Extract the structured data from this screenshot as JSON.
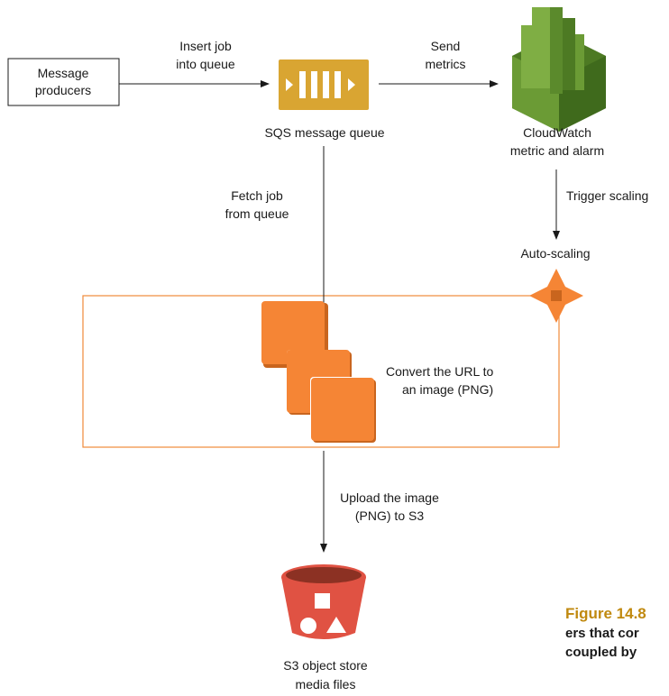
{
  "colors": {
    "sqs": "#d9a532",
    "ec2": "#f58535",
    "ec2_dark": "#c9651e",
    "cloudwatch_light": "#7fae44",
    "cloudwatch_dark": "#4d7a23",
    "s3": "#e05243",
    "s3_dark": "#8c3123",
    "autoscaling_box": "#f08a3a",
    "caption": "#c0890f",
    "arrow": "#1a1a1a"
  },
  "nodes": {
    "producers": {
      "line1": "Message",
      "line2": "producers",
      "icon": "rectangle"
    },
    "sqs": {
      "label": "SQS message queue",
      "icon": "sqs-queue-icon"
    },
    "cloudwatch": {
      "line1": "CloudWatch",
      "line2": "metric and alarm",
      "icon": "cloudwatch-icon"
    },
    "autoscaling": {
      "label": "Auto-scaling",
      "icon": "autoscaling-icon"
    },
    "workers": {
      "line1": "Convert the URL to",
      "line2": "an image (PNG)",
      "icon": "ec2-instances-icon"
    },
    "s3": {
      "line1": "S3 object store",
      "line2": "media files",
      "icon": "s3-bucket-icon"
    }
  },
  "edges": {
    "insert": {
      "line1": "Insert job",
      "line2": "into queue"
    },
    "send": {
      "line1": "Send",
      "line2": "metrics"
    },
    "fetch": {
      "line1": "Fetch job",
      "line2": "from queue"
    },
    "trigger": {
      "label": "Trigger scaling"
    },
    "upload": {
      "line1": "Upload the image",
      "line2": "(PNG) to S3"
    }
  },
  "caption": {
    "title": "Figure 14.8",
    "line1": "ers that cor",
    "line2": "coupled by"
  }
}
